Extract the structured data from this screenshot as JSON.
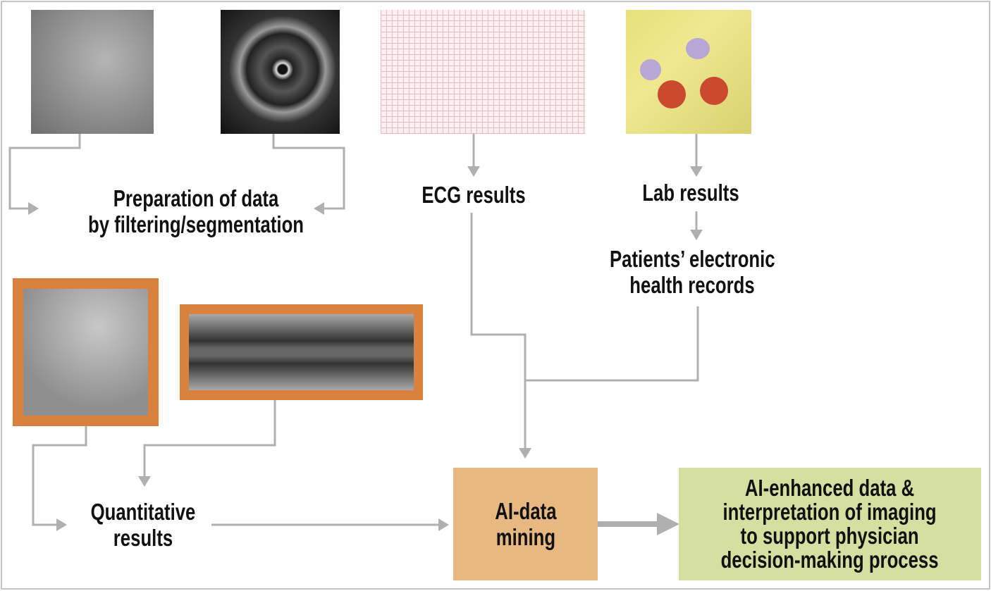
{
  "labels": {
    "preparation": [
      "Preparation of data",
      "by filtering/segmentation"
    ],
    "ecg": "ECG results",
    "lab": "Lab results",
    "ehr": [
      "Patients’ electronic",
      "health records"
    ],
    "quantitative": [
      "Quantitative",
      "results"
    ],
    "ai_mining": [
      "AI-data",
      "mining"
    ],
    "outcome": [
      "AI-enhanced data &",
      "interpretation of imaging",
      "to support physician",
      "decision-making process"
    ]
  },
  "colors": {
    "arrow": "#b0b0b0",
    "ai_box": "#e8b882",
    "outcome_box": "#d5e0a0",
    "image_frame": "#d9823f"
  }
}
